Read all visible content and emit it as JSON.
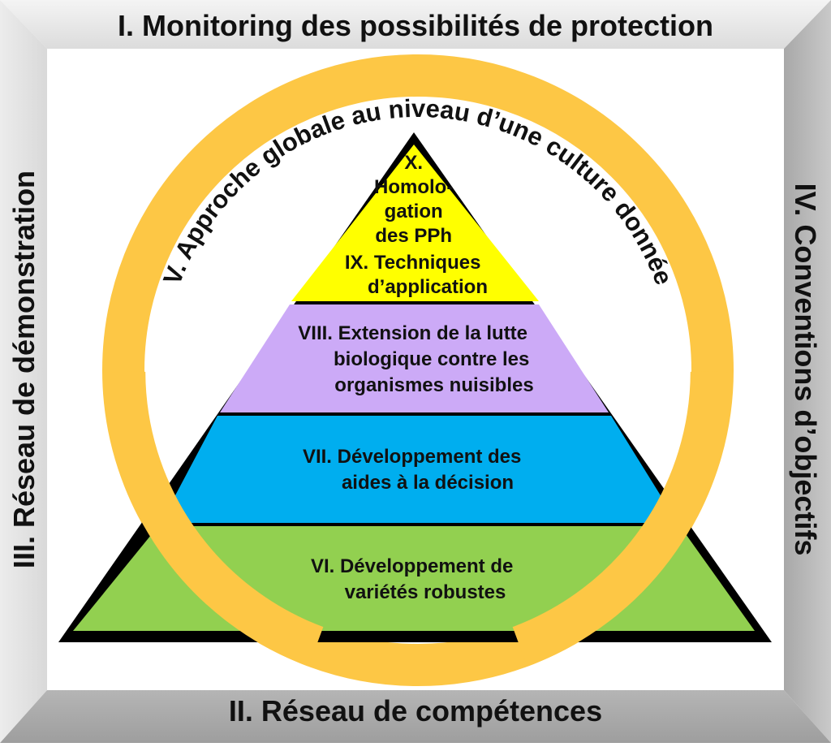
{
  "frame": {
    "top_label": "I. Monitoring des possibilités de protection",
    "bottom_label": "II. Réseau de compétences",
    "left_label": "III. Réseau de démonstration",
    "right_label": "IV. Conventions d’objectifs"
  },
  "ring": {
    "label": "V. Approche globale au niveau d’une culture donnée",
    "color": "#FDC745"
  },
  "pyramid": {
    "tiers": [
      {
        "lines": [
          "X.",
          "Homolo-",
          "gation",
          "des PPh",
          "IX. Techniques",
          "d’application"
        ],
        "color": "#FFFF00"
      },
      {
        "lines": [
          "VIII. Extension de la lutte",
          "biologique contre les",
          "organismes nuisibles"
        ],
        "color": "#CCAAF7"
      },
      {
        "lines": [
          "VII. Développement des",
          "aides à la décision"
        ],
        "color": "#00AEEF"
      },
      {
        "lines": [
          "VI. Développement de",
          "variétés robustes"
        ],
        "color": "#92D050"
      }
    ]
  }
}
